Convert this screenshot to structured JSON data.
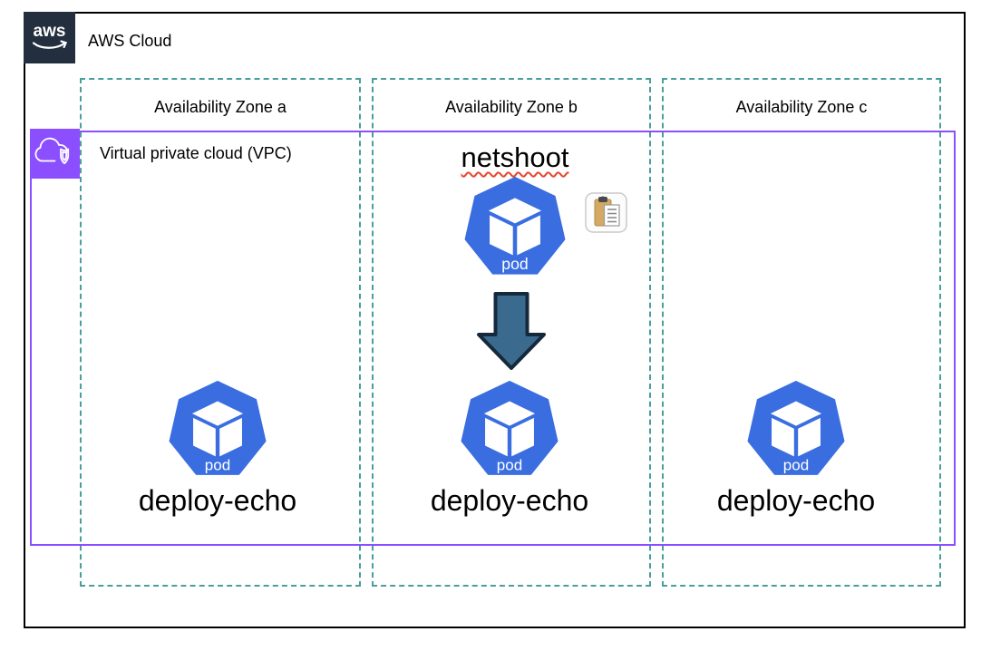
{
  "diagram": {
    "aws_cloud": {
      "label": "AWS Cloud",
      "logo_text": "aws"
    },
    "vpc": {
      "label": "Virtual private cloud (VPC)"
    },
    "zones": [
      {
        "label": "Availability Zone a",
        "pod_label": "deploy-echo"
      },
      {
        "label": "Availability Zone b",
        "pod_label": "deploy-echo"
      },
      {
        "label": "Availability Zone c",
        "pod_label": "deploy-echo"
      }
    ],
    "netshoot": {
      "label": "netshoot"
    },
    "pod_badge": "pod",
    "icons": {
      "aws_logo": "aws-smile-logo",
      "vpc": "cloud-with-shield",
      "pod": "kubernetes-pod-heptagon",
      "clipboard": "clipboard",
      "arrow": "down-block-arrow"
    },
    "colors": {
      "outer_border": "#000000",
      "zone_border": "#4A9E9E",
      "vpc_border": "#8C4FFF",
      "vpc_icon_bg": "#8C4FFF",
      "aws_logo_bg": "#232F3E",
      "pod_blue": "#3A6EE0",
      "arrow_fill": "#3A6B8E",
      "arrow_stroke": "#16293C",
      "spellcheck_underline": "#E8442D"
    }
  }
}
